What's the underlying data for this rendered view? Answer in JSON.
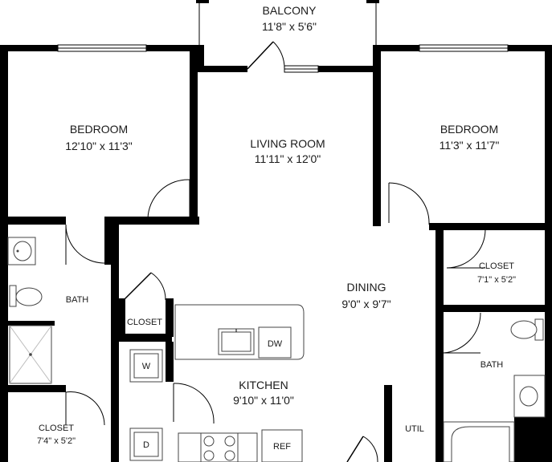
{
  "rooms": {
    "balcony": {
      "name": "BALCONY",
      "dims": "11'8\" x 5'6\""
    },
    "bedroom_left": {
      "name": "BEDROOM",
      "dims": "12'10\" x 11'3\""
    },
    "living": {
      "name": "LIVING ROOM",
      "dims": "11'11\" x 12'0\""
    },
    "bedroom_right": {
      "name": "BEDROOM",
      "dims": "11'3\" x 11'7\""
    },
    "closet_right": {
      "name": "CLOSET",
      "dims": "7'1\" x 5'2\""
    },
    "bath_left": {
      "name": "BATH"
    },
    "closet_mid": {
      "name": "CLOSET"
    },
    "dining": {
      "name": "DINING",
      "dims": "9'0\" x 9'7\""
    },
    "kitchen": {
      "name": "KITCHEN",
      "dims": "9'10\" x 11'0\""
    },
    "bath_right": {
      "name": "BATH"
    },
    "closet_left": {
      "name": "CLOSET",
      "dims": "7'4\" x 5'2\""
    },
    "util": {
      "name": "UTIL"
    }
  },
  "fixtures": {
    "dishwasher": "DW",
    "washer": "W",
    "dryer": "D",
    "refrigerator": "REF"
  }
}
